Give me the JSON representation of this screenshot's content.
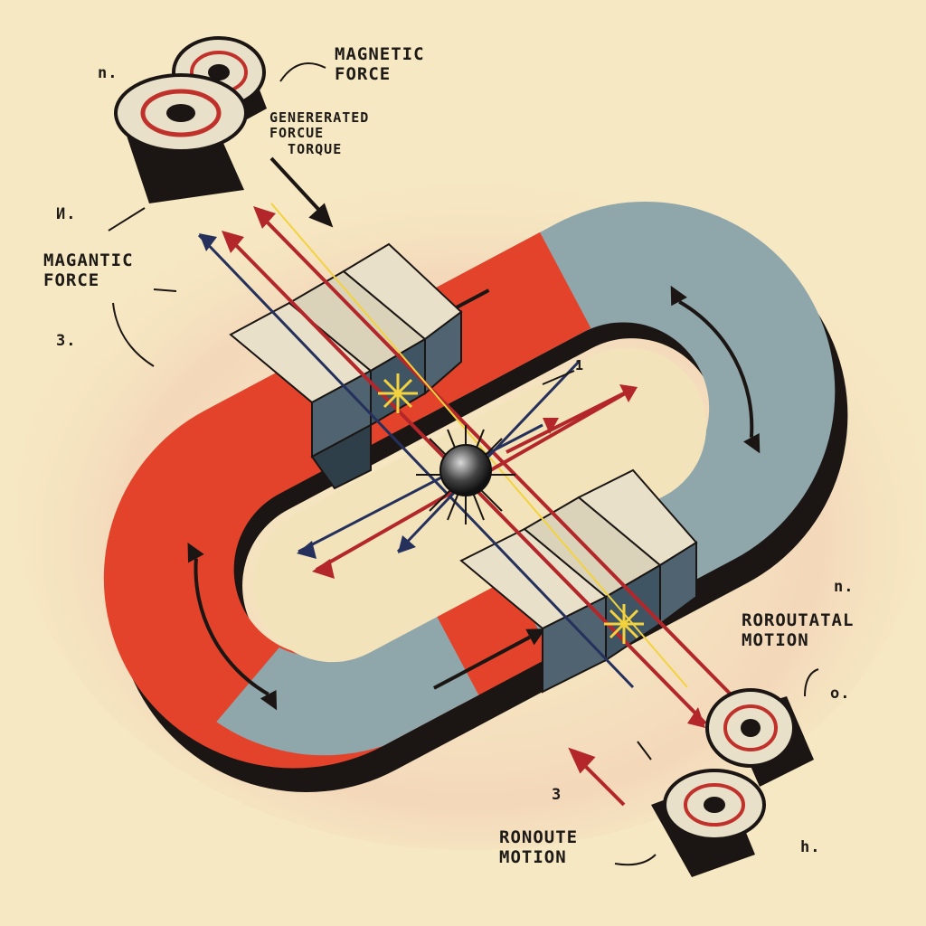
{
  "labels": {
    "magnetic_force_top": "MAGNETIC\nFORCE",
    "generated_torque": "GENERERATED\nFORCUE\n  TORQUE",
    "magantic_force_left": "MAGANTIC\nFORCE",
    "rotational_motion": "ROROUTATAL\nMOTION",
    "ronoute_motion": "RONOUTE\nMOTION"
  },
  "markers": {
    "n_top_left": "n.",
    "h_left": "И.",
    "three_left": "3.",
    "n_right": "n.",
    "o_right": "o.",
    "three_bottom": "3",
    "h_bottom": "h.",
    "one_center": "1"
  },
  "colors": {
    "background": "#f6e8c2",
    "magnet_red": "#e4432b",
    "magnet_blue": "#8fa6aa",
    "magnet_shadow": "#1b1614",
    "pole_face": "#e8e0c8",
    "pole_side": "#4f6470",
    "arrow_red": "#b3272a",
    "arrow_navy": "#25315c",
    "spark": "#f3d23f"
  }
}
